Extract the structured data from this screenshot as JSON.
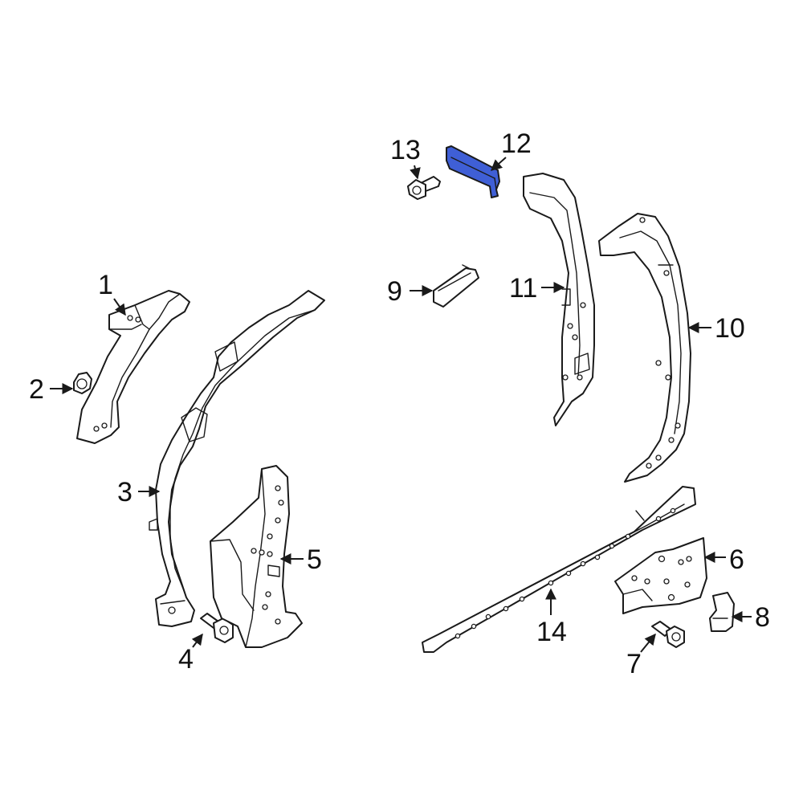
{
  "highlight_color": "#3f5fd6",
  "callouts": [
    {
      "id": "p1",
      "label": "1"
    },
    {
      "id": "p2",
      "label": "2"
    },
    {
      "id": "p3",
      "label": "3"
    },
    {
      "id": "p4",
      "label": "4"
    },
    {
      "id": "p5",
      "label": "5"
    },
    {
      "id": "p6",
      "label": "6"
    },
    {
      "id": "p7",
      "label": "7"
    },
    {
      "id": "p8",
      "label": "8"
    },
    {
      "id": "p9",
      "label": "9"
    },
    {
      "id": "p10",
      "label": "10"
    },
    {
      "id": "p11",
      "label": "11"
    },
    {
      "id": "p12",
      "label": "12"
    },
    {
      "id": "p13",
      "label": "13"
    },
    {
      "id": "p14",
      "label": "14"
    }
  ],
  "highlighted_part": "12"
}
